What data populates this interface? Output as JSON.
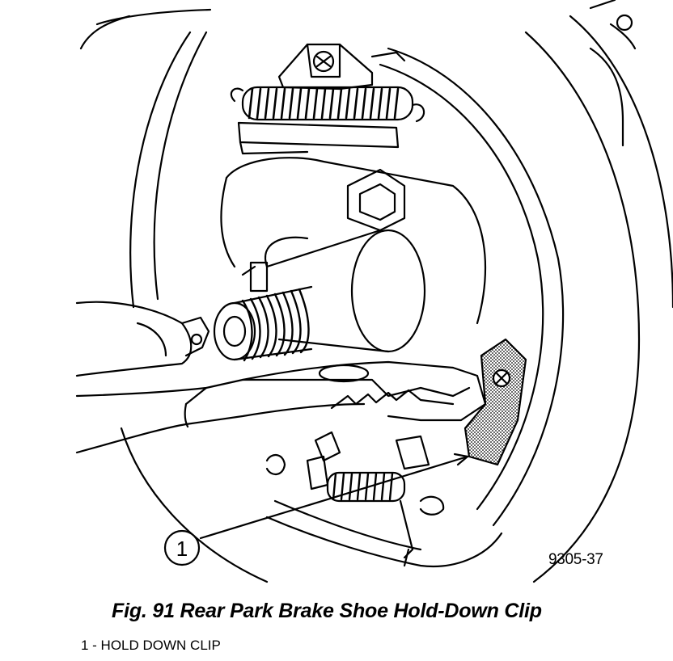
{
  "figure": {
    "code": "9305-37",
    "caption": "Fig. 91 Rear Park Brake Shoe Hold-Down Clip"
  },
  "callouts": [
    {
      "number": "1",
      "label": "HOLD DOWN CLIP",
      "legend": "1 - HOLD DOWN CLIP"
    }
  ],
  "colors": {
    "ink": "#000000",
    "paper": "#ffffff",
    "highlight": "#9a9a9a"
  }
}
